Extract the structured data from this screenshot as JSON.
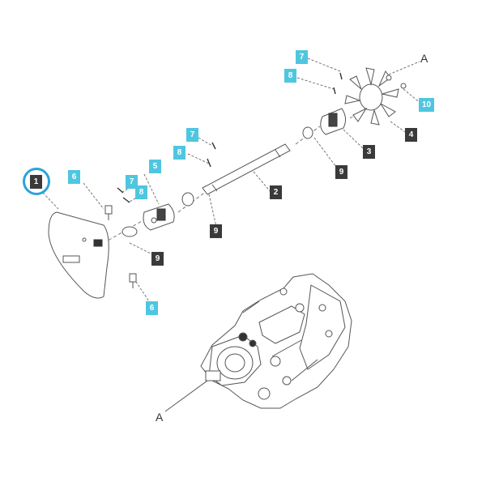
{
  "callouts": {
    "c1": "1",
    "c2": "2",
    "c3": "3",
    "c4": "4",
    "c5": "5",
    "c6a": "6",
    "c6b": "6",
    "c7a": "7",
    "c7b": "7",
    "c7c": "7",
    "c8a": "8",
    "c8b": "8",
    "c8c": "8",
    "c9a": "9",
    "c9b": "9",
    "c9c": "9",
    "c10": "10"
  },
  "refs": {
    "top": "A",
    "bottom": "A"
  },
  "colors": {
    "accent": "#4fc6e0",
    "dark_tag": "#3a3a3a",
    "highlight_ring": "#2ba4d9",
    "line": "#555555"
  }
}
